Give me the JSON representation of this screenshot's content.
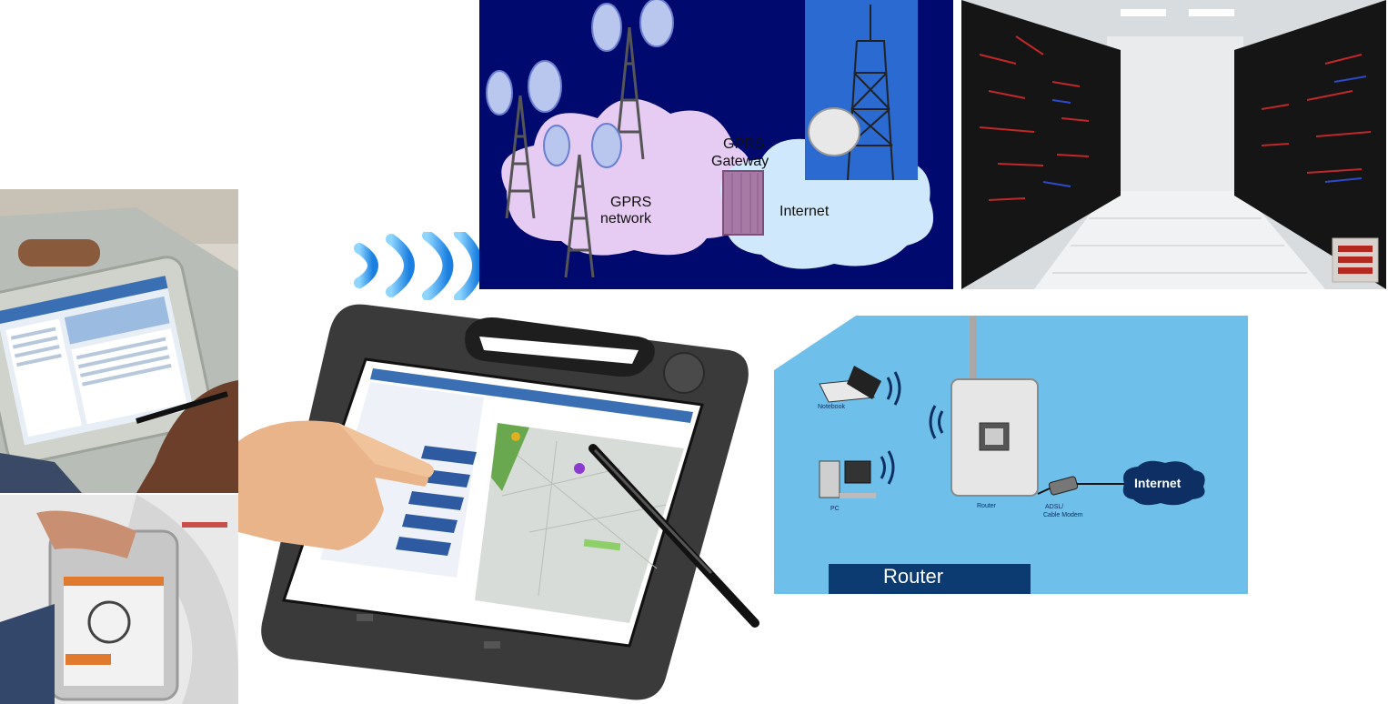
{
  "gprs_diagram": {
    "gateway_label_line1": "GPRS",
    "gateway_label_line2": "Gateway",
    "network_label_line1": "GPRS",
    "network_label_line2": "network",
    "internet_label": "Internet",
    "background_color": "#000a6e",
    "cloud_color": "#e6ccf2",
    "internet_cloud_color": "#cfe8fb"
  },
  "router_diagram": {
    "title": "Router",
    "notebook_label": "Notebook",
    "pc_label": "PC",
    "router_label": "Router",
    "modem_label_line1": "ADSL/",
    "modem_label_line2": "Cable Modem",
    "internet_label": "Internet",
    "background_color": "#6ec0ea",
    "title_bar_color": "#0c3b72"
  },
  "icons": {
    "signal": "wireless-signal-icon",
    "menu": "hamburger-menu-icon"
  }
}
